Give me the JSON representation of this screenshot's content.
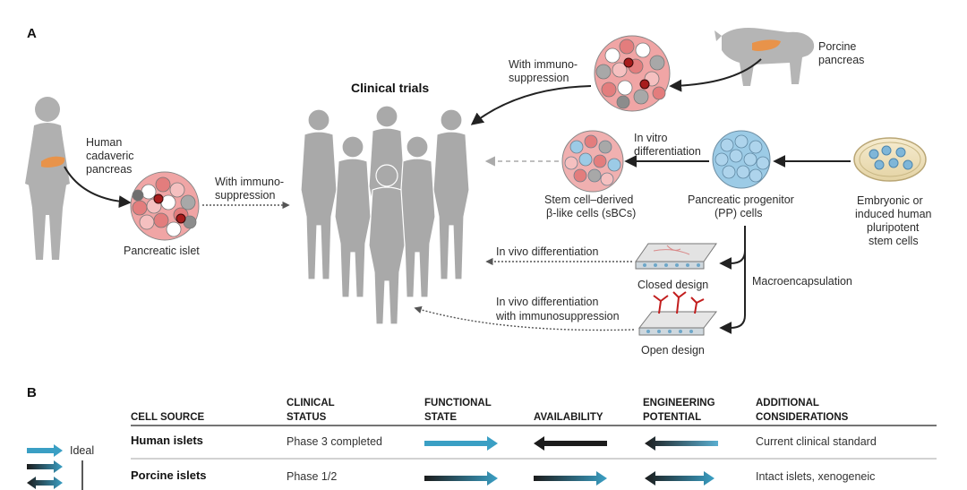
{
  "panel_a": {
    "label": "A",
    "title": "Clinical trials",
    "human_source": "Human cadaveric pancreas",
    "human_source_lines": [
      "Human",
      "cadaveric",
      "pancreas"
    ],
    "islet_label": "Pancreatic islet",
    "immuno_left_lines": [
      "With immuno-",
      "suppression"
    ],
    "immuno_top_lines": [
      "With immuno-",
      "suppression"
    ],
    "porcine_lines": [
      "Porcine",
      "pancreas"
    ],
    "in_vitro_lines": [
      "In vitro",
      "differentiation"
    ],
    "stem_derived_lines": [
      "Stem cell–derived",
      "β-like cells (sBCs)"
    ],
    "progenitor_lines": [
      "Pancreatic progenitor",
      "(PP) cells"
    ],
    "pluripotent_lines": [
      "Embryonic or",
      "induced human",
      "pluripotent",
      "stem cells"
    ],
    "in_vivo": "In vivo differentiation",
    "in_vivo_immuno_lines": [
      "In vivo differentiation",
      "with immunosuppression"
    ],
    "closed_design": "Closed design",
    "open_design": "Open design",
    "macroencapsulation": "Macroencapsulation"
  },
  "panel_b": {
    "label": "B",
    "legend": {
      "ideal": "Ideal"
    },
    "headers": [
      [
        "CELL SOURCE"
      ],
      [
        "CLINICAL",
        "STATUS"
      ],
      [
        "FUNCTIONAL",
        "STATE"
      ],
      [
        "AVAILABILITY"
      ],
      [
        "ENGINEERING",
        "POTENTIAL"
      ],
      [
        "ADDITIONAL",
        "CONSIDERATIONS"
      ]
    ],
    "rows": [
      {
        "source": "Human islets",
        "status": "Phase 3 completed",
        "arrows": [
          "right-ideal",
          "left-poor",
          "left-poor-fade"
        ],
        "considerations": "Current clinical standard"
      },
      {
        "source": "Porcine islets",
        "status": "Phase 1/2",
        "arrows": [
          "right-mid",
          "right-mid",
          "both-mid"
        ],
        "considerations": "Intact islets, xenogeneic"
      }
    ]
  },
  "colors": {
    "ideal_arrow": "#3a9fc4",
    "poor_arrow": "#1c1c1c",
    "figure_gray": "#a8a8a8",
    "islet_pink": "#e88a8a",
    "progenitor_blue": "#8fc3e3"
  }
}
